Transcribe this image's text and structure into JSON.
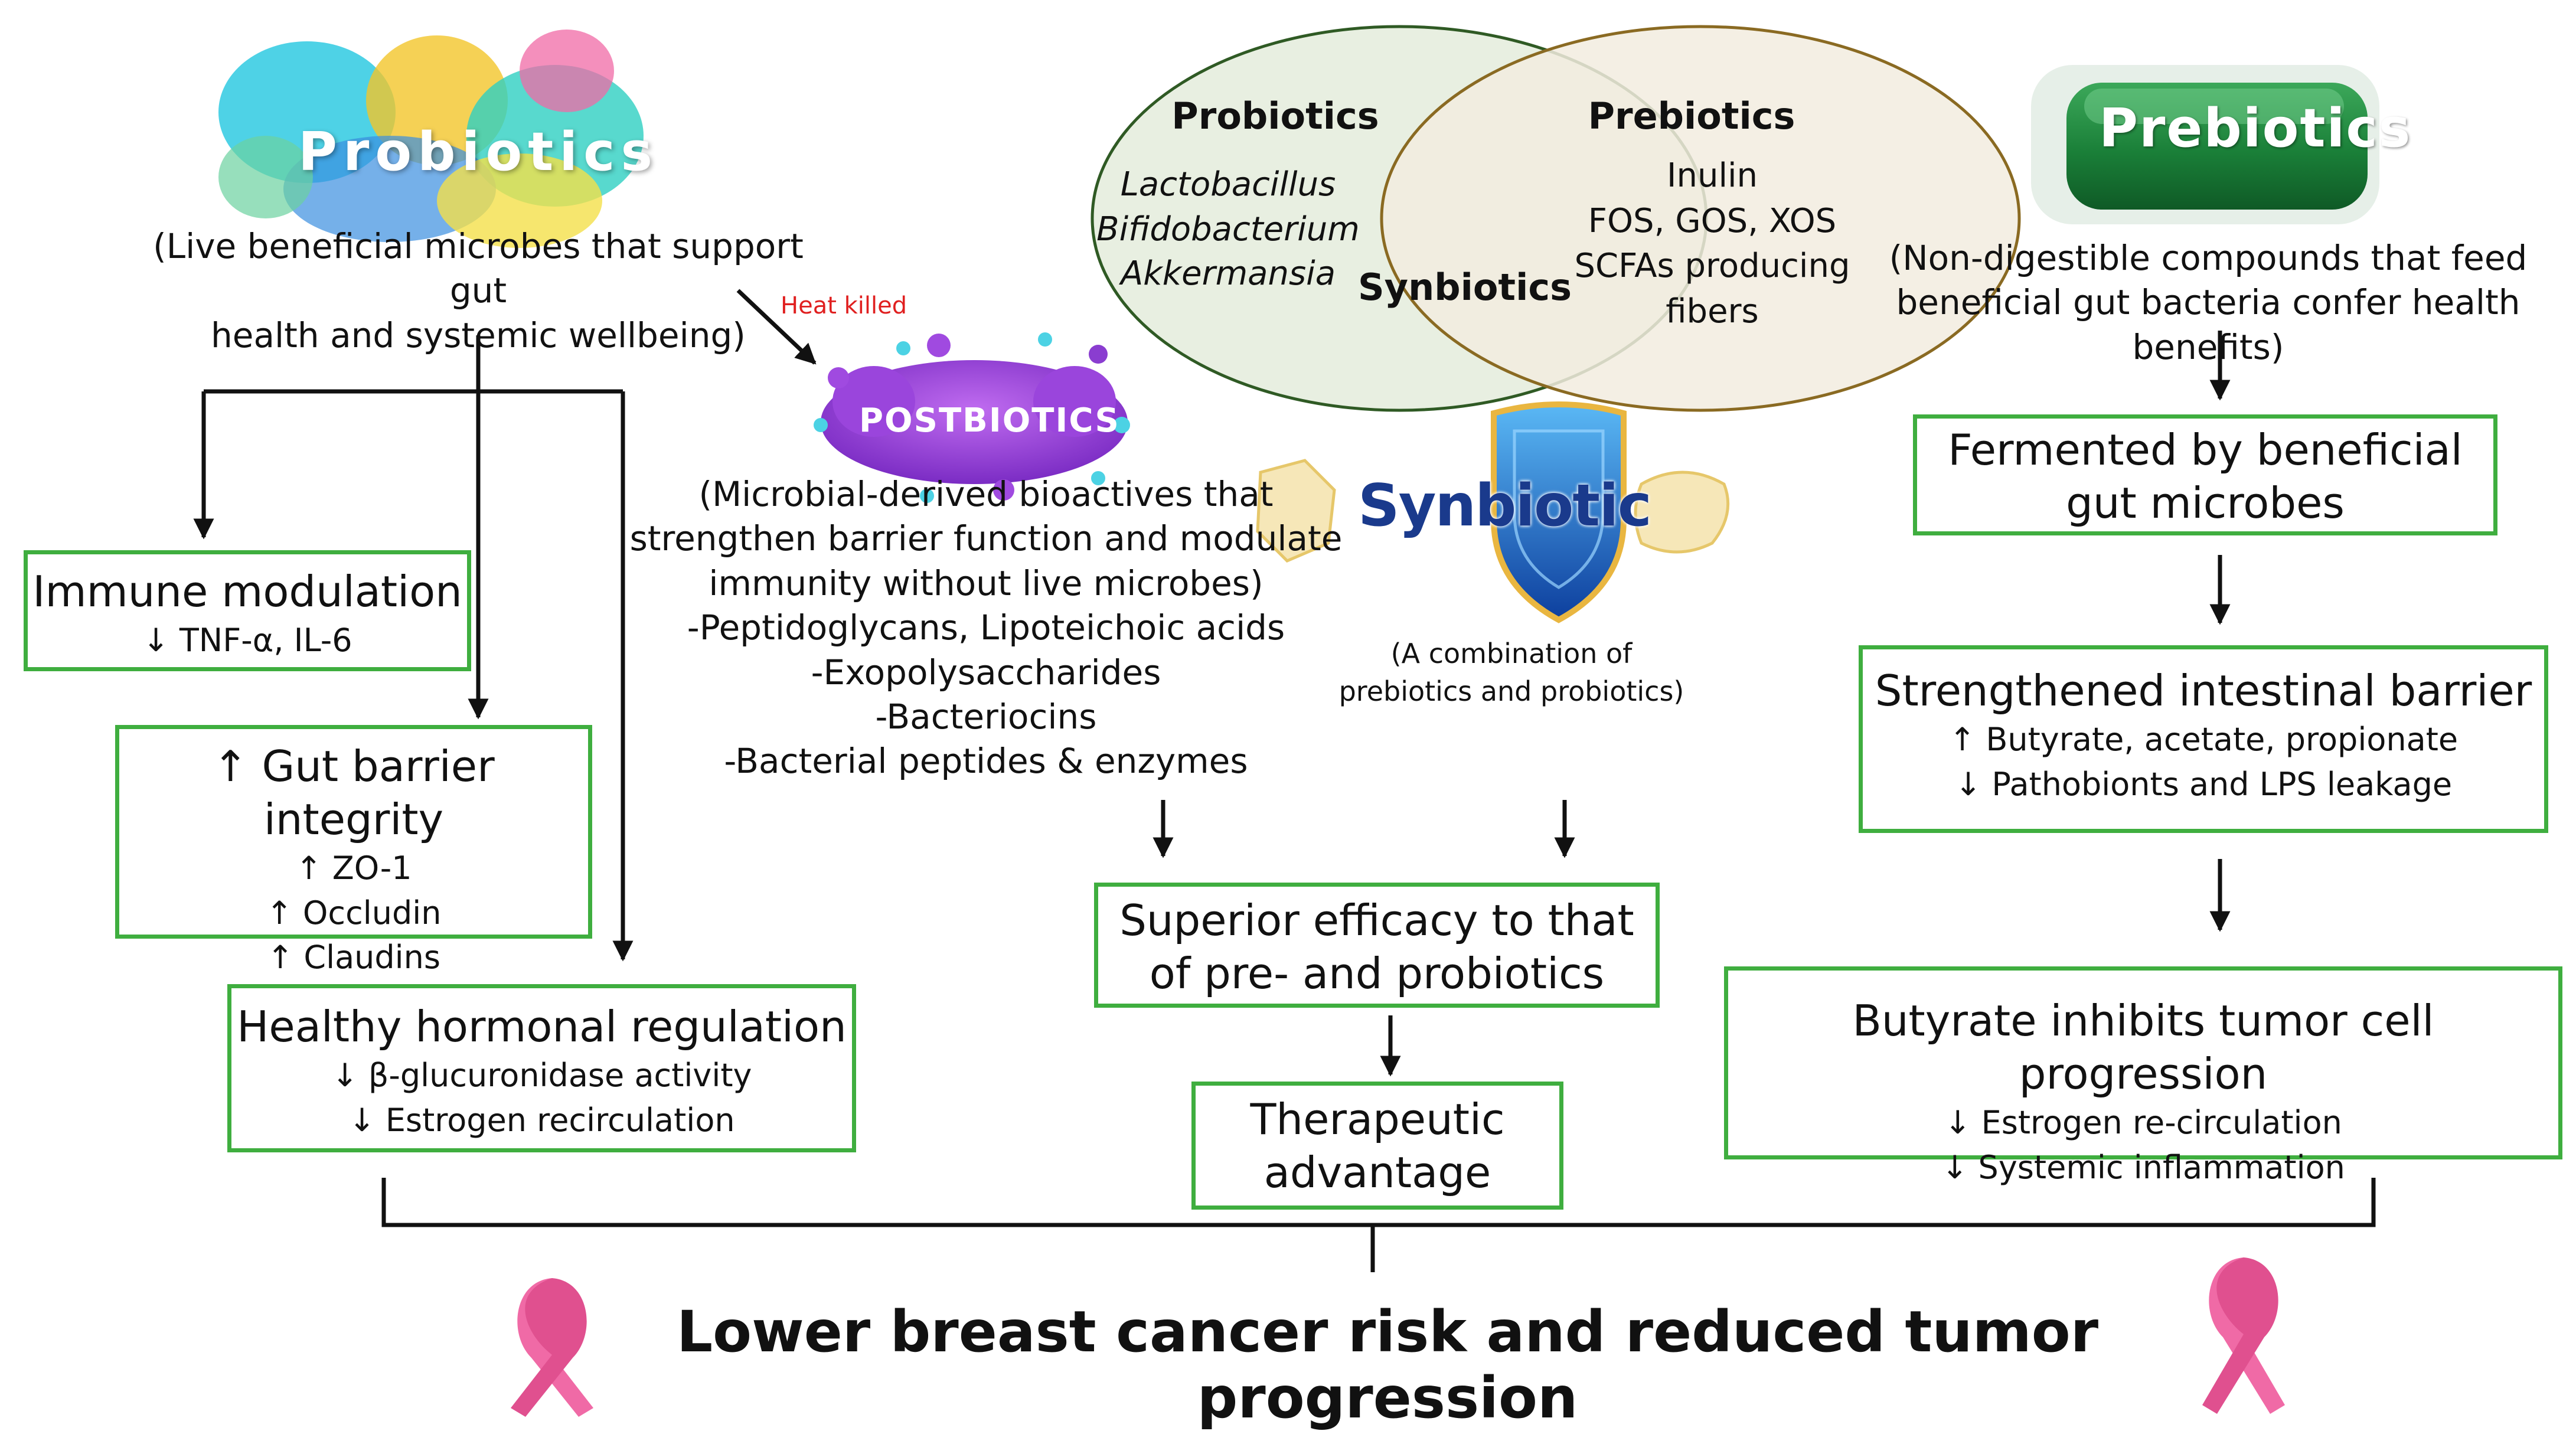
{
  "probiotics": {
    "logo": "Probiotics",
    "desc_1": "(Live beneficial microbes that support gut",
    "desc_2": "health and systemic wellbeing)"
  },
  "heat_killed": "Heat killed",
  "immune": {
    "title": "Immune modulation",
    "line1": "↓ TNF-α, IL-6"
  },
  "gut_barrier": {
    "title": "↑ Gut barrier integrity",
    "line1": "↑ ZO-1",
    "line2": "↑ Occludin",
    "line3": "↑ Claudins"
  },
  "hormonal": {
    "title": "Healthy hormonal regulation",
    "line1": "↓ β-glucuronidase activity",
    "line2": "↓ Estrogen recirculation"
  },
  "postbiotics": {
    "logo": "POSTBIOTICS",
    "desc_1": "(Microbial-derived bioactives that",
    "desc_2": "strengthen barrier function and modulate",
    "desc_3": "immunity without live microbes)",
    "item_1": "-Peptidoglycans, Lipoteichoic acids",
    "item_2": "-Exopolysaccharides",
    "item_3": "-Bacteriocins",
    "item_4": "-Bacterial peptides & enzymes"
  },
  "venn": {
    "left_title": "Probiotics",
    "left_items": [
      "Lactobacillus",
      "Bifidobacterium",
      "Akkermansia"
    ],
    "right_title": "Prebiotics",
    "right_items": [
      "Inulin",
      "FOS, GOS, XOS",
      "SCFAs producing",
      "fibers"
    ],
    "center": "Synbiotics"
  },
  "synbiotic": {
    "logo": "Synbiotic",
    "desc_1": "(A combination of",
    "desc_2": "prebiotics and probiotics)"
  },
  "superior": {
    "line1": "Superior efficacy to that",
    "line2": "of pre- and probiotics"
  },
  "therapeutic": {
    "line1": "Therapeutic",
    "line2": "advantage"
  },
  "prebiotics": {
    "logo": "Prebiotics",
    "desc_1": "(Non-digestible compounds that feed",
    "desc_2": "beneficial gut bacteria confer health benefits)"
  },
  "fermented": {
    "line1": "Fermented by beneficial",
    "line2": "gut microbes"
  },
  "strengthened": {
    "title": "Strengthened intestinal barrier",
    "line1": "↑ Butyrate, acetate, propionate",
    "line2": "↓ Pathobionts and LPS leakage"
  },
  "butyrate": {
    "title": "Butyrate inhibits tumor cell progression",
    "line1": "↓ Estrogen re-circulation",
    "line2": "↓ Systemic inflammation"
  },
  "conclusion": "Lower breast cancer risk and reduced tumor progression",
  "colors": {
    "box_border": "#3fae3f",
    "heat_killed": "#e02020",
    "venn_left_fill": "#e8efe1",
    "venn_right_fill": "#f2ecdf",
    "ribbon": "#f06aa6",
    "prebiotic_pill": "#1f8a3a"
  }
}
